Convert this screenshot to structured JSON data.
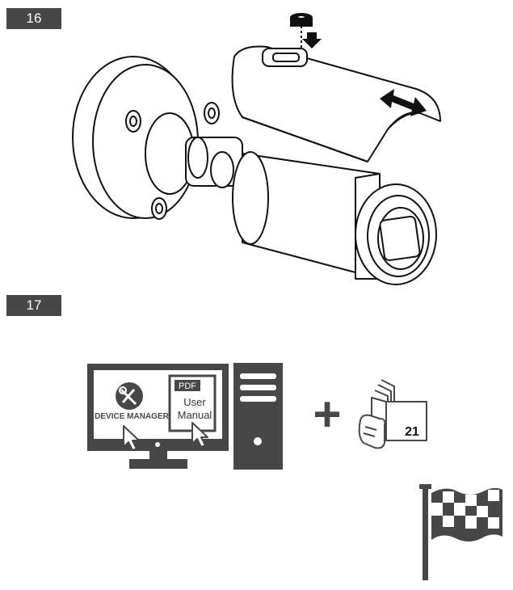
{
  "steps": [
    {
      "number": "16"
    },
    {
      "number": "17"
    }
  ],
  "monitor": {
    "app_label": "DEVICE MANAGER",
    "pdf_tag": "PDF",
    "doc_line1": "User",
    "doc_line2": "Manual"
  },
  "combine_symbol": "+",
  "manual_page": "21",
  "icons": [
    "camera-install-illustration",
    "hood-screw-icon",
    "slide-arrow-icon",
    "device-manager-icon",
    "cursor-icon",
    "computer-tower-icon",
    "manual-book-icon",
    "checkered-flag-icon"
  ]
}
